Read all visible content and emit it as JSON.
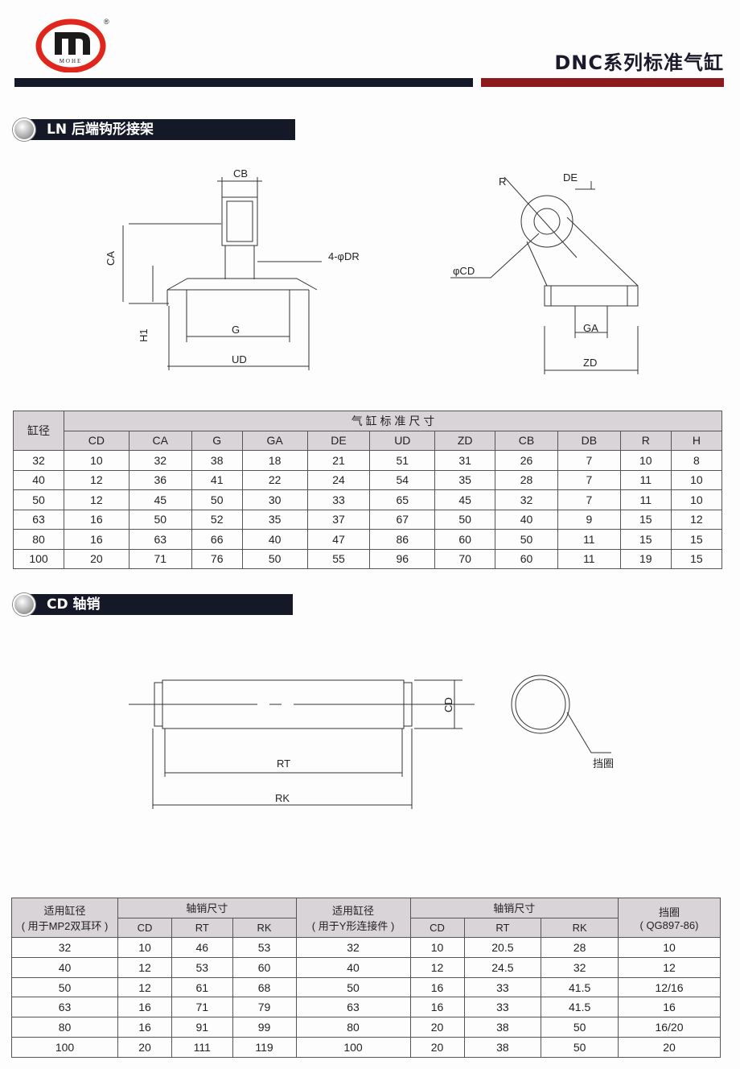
{
  "header": {
    "brand": "MOHE",
    "title": "DNC系列标准气缸",
    "colors": {
      "navy": "#141827",
      "red": "#8e1b1b",
      "logo_red": "#e0261c"
    }
  },
  "section1": {
    "title": "LN 后端钩形接架",
    "labels": {
      "cb": "CB",
      "ca": "CA",
      "h1": "H1",
      "g": "G",
      "ud": "UD",
      "dr": "4-φDR",
      "r": "R",
      "de": "DE",
      "cd": "φCD",
      "ga": "GA",
      "zd": "ZD"
    },
    "table": {
      "bore_header": "缸径",
      "group_header": "气 缸 标 准 尺 寸",
      "columns": [
        "CD",
        "CA",
        "G",
        "GA",
        "DE",
        "UD",
        "ZD",
        "CB",
        "DB",
        "R",
        "H"
      ],
      "rows": [
        [
          "32",
          "10",
          "32",
          "38",
          "18",
          "21",
          "51",
          "31",
          "26",
          "7",
          "10",
          "8"
        ],
        [
          "40",
          "12",
          "36",
          "41",
          "22",
          "24",
          "54",
          "35",
          "28",
          "7",
          "11",
          "10"
        ],
        [
          "50",
          "12",
          "45",
          "50",
          "30",
          "33",
          "65",
          "45",
          "32",
          "7",
          "11",
          "10"
        ],
        [
          "63",
          "16",
          "50",
          "52",
          "35",
          "37",
          "67",
          "50",
          "40",
          "9",
          "15",
          "12"
        ],
        [
          "80",
          "16",
          "63",
          "66",
          "40",
          "47",
          "86",
          "60",
          "50",
          "11",
          "15",
          "15"
        ],
        [
          "100",
          "20",
          "71",
          "76",
          "50",
          "55",
          "96",
          "70",
          "60",
          "11",
          "19",
          "15"
        ]
      ]
    }
  },
  "section2": {
    "title": "CD 轴销",
    "labels": {
      "cd": "CD",
      "rt": "RT",
      "rk": "RK",
      "ring": "挡圈"
    },
    "table": {
      "bore1_header": "适用缸径",
      "bore1_sub": "( 用于MP2双耳环 )",
      "pin_header": "轴销尺寸",
      "bore2_header": "适用缸径",
      "bore2_sub": "( 用于Y形连接件 )",
      "ring_header": "挡圈",
      "ring_sub": "( QG897-86)",
      "sub_columns": [
        "CD",
        "RT",
        "RK"
      ],
      "rows": [
        [
          "32",
          "10",
          "46",
          "53",
          "32",
          "10",
          "20.5",
          "28",
          "10"
        ],
        [
          "40",
          "12",
          "53",
          "60",
          "40",
          "12",
          "24.5",
          "32",
          "12"
        ],
        [
          "50",
          "12",
          "61",
          "68",
          "50",
          "16",
          "33",
          "41.5",
          "12/16"
        ],
        [
          "63",
          "16",
          "71",
          "79",
          "63",
          "16",
          "33",
          "41.5",
          "16"
        ],
        [
          "80",
          "16",
          "91",
          "99",
          "80",
          "20",
          "38",
          "50",
          "16/20"
        ],
        [
          "100",
          "20",
          "111",
          "119",
          "100",
          "20",
          "38",
          "50",
          "20"
        ]
      ]
    }
  }
}
